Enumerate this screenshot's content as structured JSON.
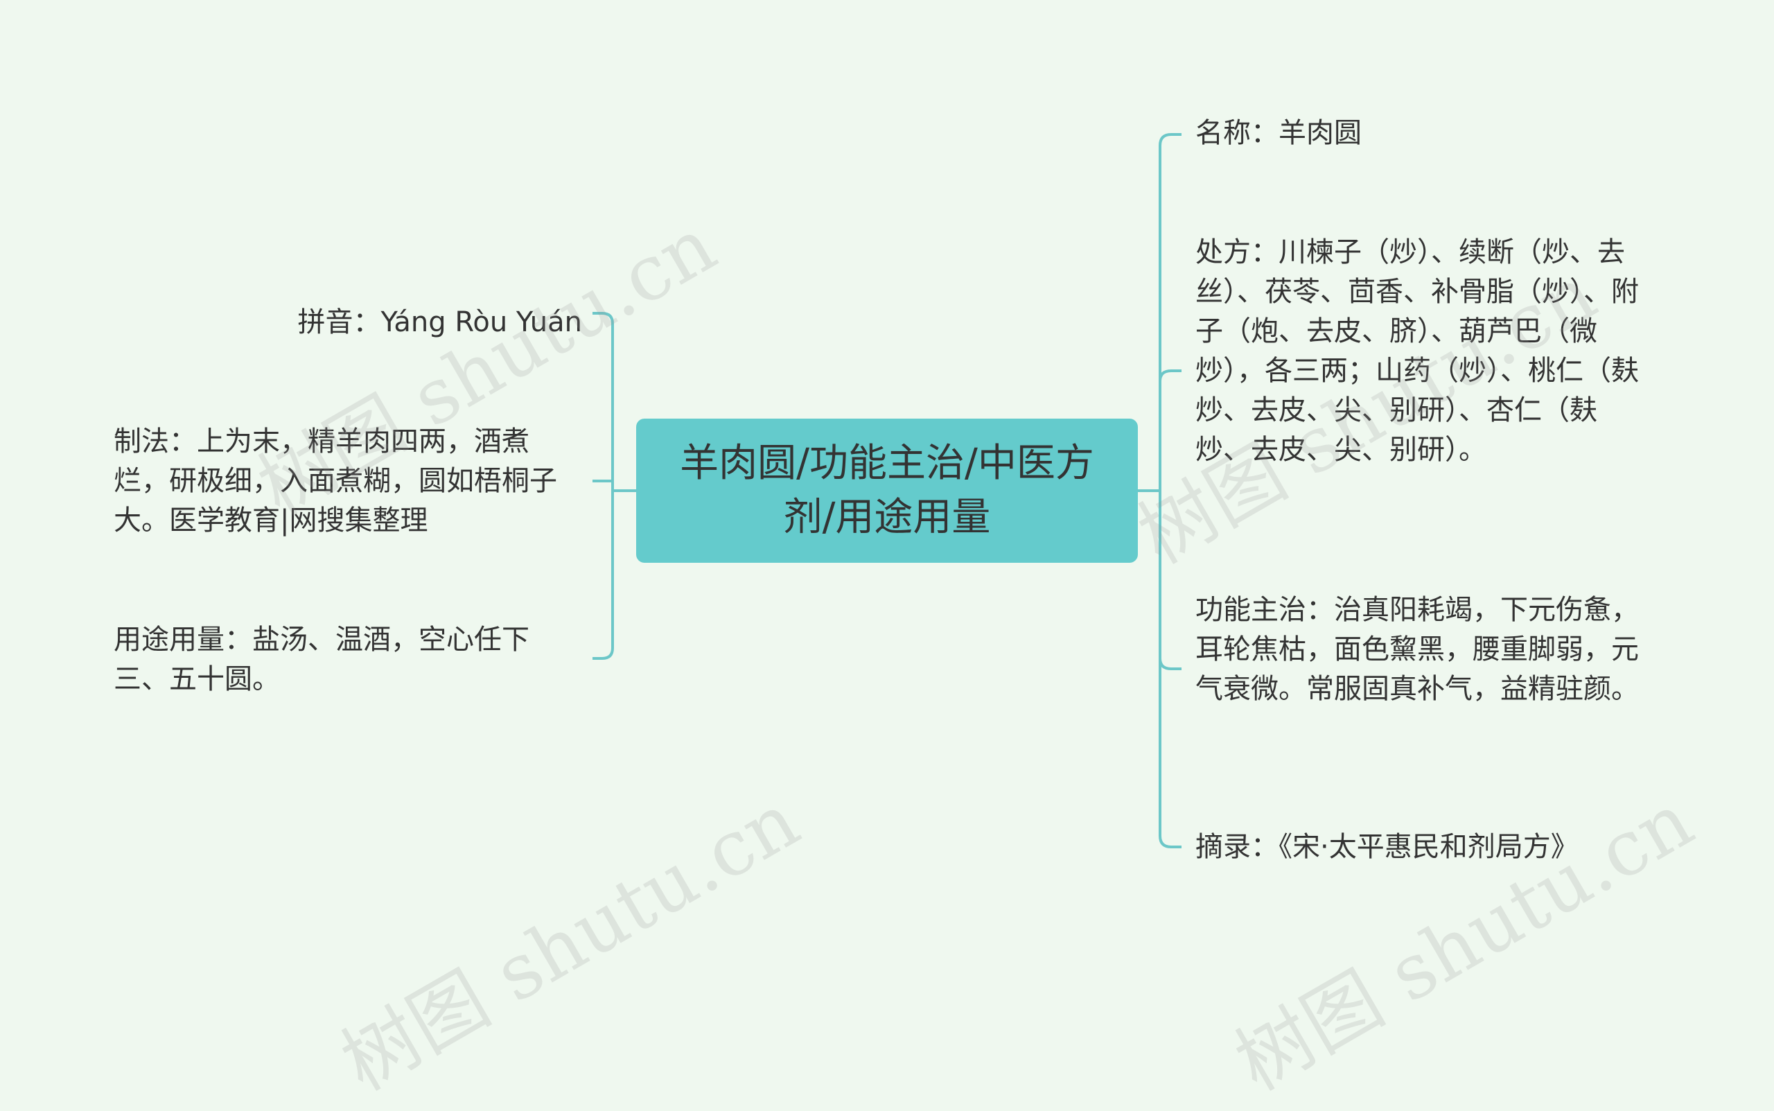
{
  "mindmap": {
    "center": {
      "label": "羊肉圆/功能主治/中医方剂/用途用量"
    },
    "left": [
      {
        "text": "拼音：Yáng Ròu Yuán"
      },
      {
        "text": "制法：上为末，精羊肉四两，酒煮烂，研极细，入面煮糊，圆如梧桐子大。医学教育|网搜集整理"
      },
      {
        "text": "用途用量：盐汤、温酒，空心任下三、五十圆。"
      }
    ],
    "right": [
      {
        "text": "名称：羊肉圆"
      },
      {
        "text": "处方：川楝子（炒）、续断（炒、去丝）、茯苓、茴香、补骨脂（炒）、附子（炮、去皮、脐）、葫芦巴（微炒），各三两；山药（炒）、桃仁（麸炒、去皮、尖、别研）、杏仁（麸炒、去皮、尖、别研）。"
      },
      {
        "text": "功能主治：治真阳耗竭，下元伤惫，耳轮焦枯，面色黧黑，腰重脚弱，元气衰微。常服固真补气，益精驻颜。"
      },
      {
        "text": "摘录：《宋·太平惠民和剂局方》"
      }
    ]
  },
  "watermark": {
    "text": "树图 shutu.cn"
  },
  "colors": {
    "background": "#eff8ef",
    "center_fill": "#64cbcc",
    "connector": "#6cc7c8",
    "text": "#333333"
  }
}
